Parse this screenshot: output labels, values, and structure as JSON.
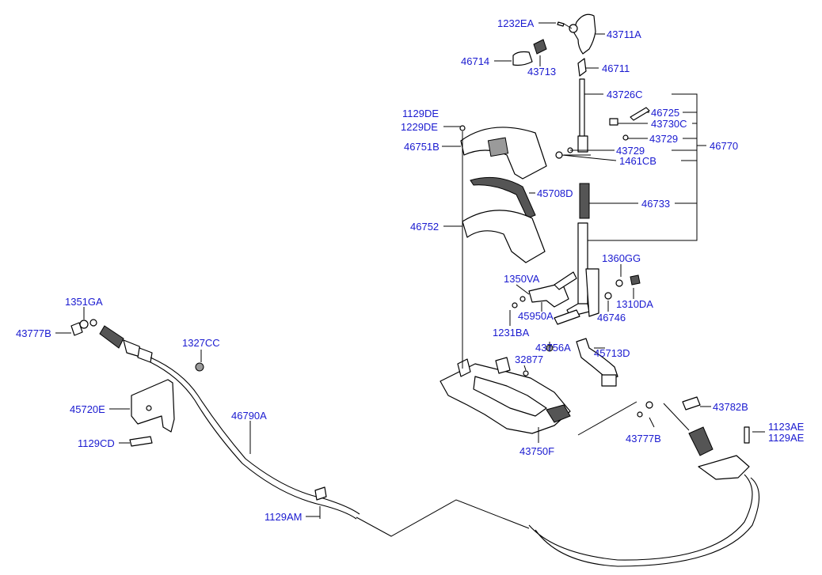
{
  "diagram": {
    "labels": [
      {
        "id": "1232EA",
        "text": "1232EA"
      },
      {
        "id": "43711A",
        "text": "43711A"
      },
      {
        "id": "46714",
        "text": "46714"
      },
      {
        "id": "43713",
        "text": "43713"
      },
      {
        "id": "46711",
        "text": "46711"
      },
      {
        "id": "43726C",
        "text": "43726C"
      },
      {
        "id": "46725",
        "text": "46725"
      },
      {
        "id": "43730C",
        "text": "43730C"
      },
      {
        "id": "43729a",
        "text": "43729"
      },
      {
        "id": "46770",
        "text": "46770"
      },
      {
        "id": "43729b",
        "text": "43729"
      },
      {
        "id": "1461CB",
        "text": "1461CB"
      },
      {
        "id": "1129DE",
        "text": "1129DE"
      },
      {
        "id": "1229DE",
        "text": "1229DE"
      },
      {
        "id": "46751B",
        "text": "46751B"
      },
      {
        "id": "45708D",
        "text": "45708D"
      },
      {
        "id": "46733",
        "text": "46733"
      },
      {
        "id": "46752",
        "text": "46752"
      },
      {
        "id": "1360GG",
        "text": "1360GG"
      },
      {
        "id": "1350VA",
        "text": "1350VA"
      },
      {
        "id": "1310DA",
        "text": "1310DA"
      },
      {
        "id": "45950A",
        "text": "45950A"
      },
      {
        "id": "46746",
        "text": "46746"
      },
      {
        "id": "1231BA",
        "text": "1231BA"
      },
      {
        "id": "43756A",
        "text": "43756A"
      },
      {
        "id": "45713D",
        "text": "45713D"
      },
      {
        "id": "32877",
        "text": "32877"
      },
      {
        "id": "1351GA",
        "text": "1351GA"
      },
      {
        "id": "43777Ba",
        "text": "43777B"
      },
      {
        "id": "1327CC",
        "text": "1327CC"
      },
      {
        "id": "45720E",
        "text": "45720E"
      },
      {
        "id": "46790A",
        "text": "46790A"
      },
      {
        "id": "1129CD",
        "text": "1129CD"
      },
      {
        "id": "1129AM",
        "text": "1129AM"
      },
      {
        "id": "43750F",
        "text": "43750F"
      },
      {
        "id": "43782B",
        "text": "43782B"
      },
      {
        "id": "43777Bb",
        "text": "43777B"
      },
      {
        "id": "1123AE",
        "text": "1123AE"
      },
      {
        "id": "1129AE",
        "text": "1129AE"
      }
    ]
  },
  "colors": {
    "label": "#1a1ad0",
    "line": "#000000",
    "background": "#ffffff"
  }
}
